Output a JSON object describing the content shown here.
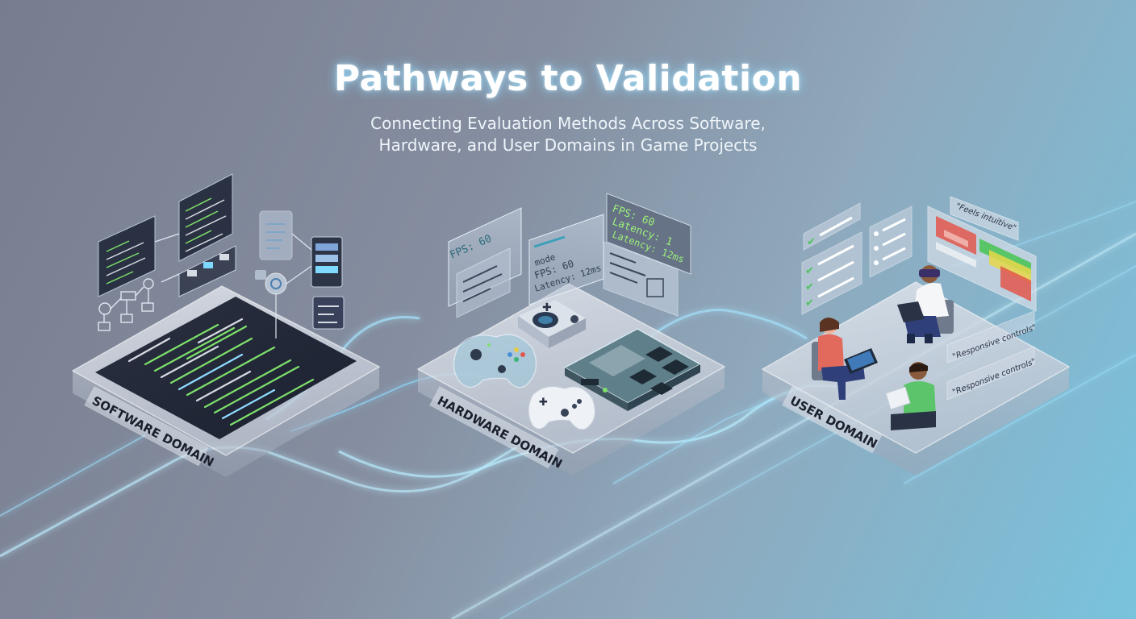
{
  "header": {
    "title": "Pathways to Validation",
    "subtitle_line1": "Connecting Evaluation Methods Across Software,",
    "subtitle_line2": "Hardware, and User Domains in Game Projects"
  },
  "domains": {
    "software": {
      "label": "SOFTWARE DOMAIN"
    },
    "hardware": {
      "label": "HARDWARE DOMAIN"
    },
    "user": {
      "label": "USER DOMAIN"
    }
  },
  "hardware_panels": {
    "left_fps": "FPS: 60",
    "right_fps": "FPS: 60",
    "right_latency": "Latency: 1",
    "right_latency2": "Latency: 12ms",
    "mid_fps": "FPS: 60",
    "mid_latency": "Latency: 12ms",
    "mid_label": "mode"
  },
  "user_feedback": {
    "quote1": "\"Feels intuitive\"",
    "quote2": "\"Responsive controls\"",
    "quote3": "\"Responsive controls\""
  },
  "colors": {
    "glow": "#7fd9ff",
    "code_green": "#7ee06a",
    "platform": "#d9dee7",
    "heatmap_red": "#e2574c",
    "heatmap_green": "#4cc45a"
  }
}
